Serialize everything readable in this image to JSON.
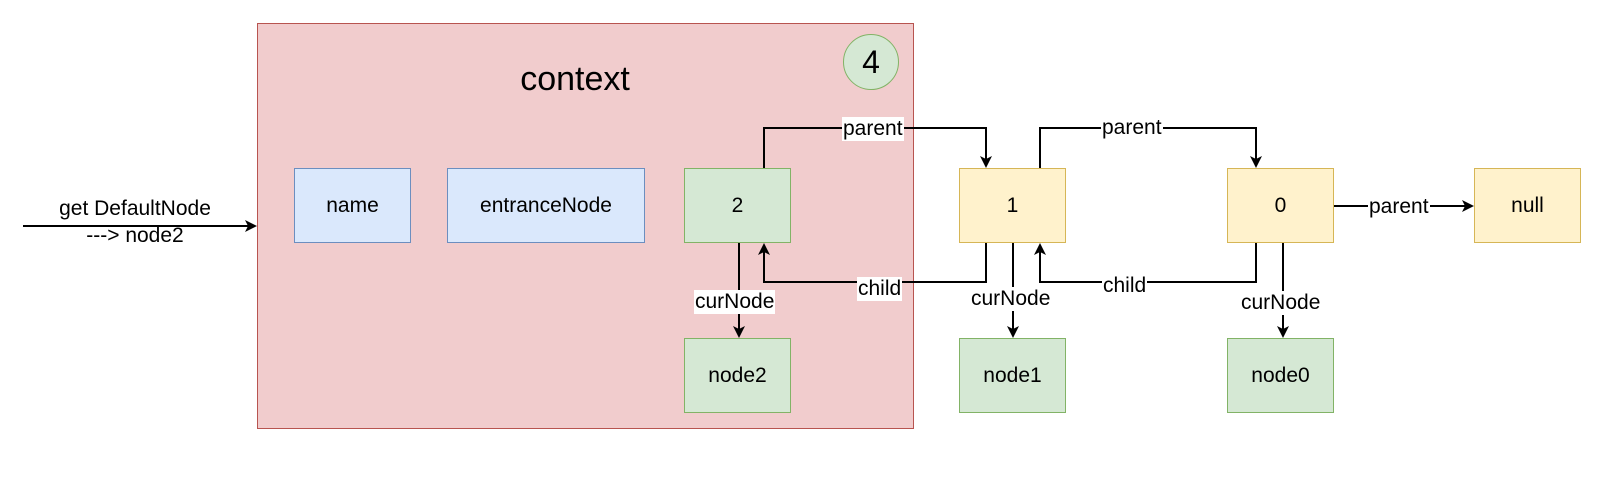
{
  "context": {
    "title": "context",
    "badge": "4"
  },
  "boxes": {
    "name": "name",
    "entrance": "entranceNode",
    "n2": "2",
    "n1": "1",
    "n0": "0",
    "null": "null",
    "node2": "node2",
    "node1": "node1",
    "node0": "node0"
  },
  "edges": {
    "parent_2_1": "parent",
    "parent_1_0": "parent",
    "parent_0_null": "parent",
    "child_1_2": "child",
    "child_0_1": "child",
    "cur_2": "curNode",
    "cur_1": "curNode",
    "cur_0": "curNode"
  },
  "input": {
    "line1": "get DefaultNode",
    "line2": "---> node2"
  },
  "colors": {
    "container_fill": "#f1cccd",
    "container_stroke": "#b85450",
    "blue_fill": "#dae8fc",
    "blue_stroke": "#6c8ebf",
    "green_fill": "#d5e8d4",
    "green_stroke": "#82b366",
    "yellow_fill": "#fff2cc",
    "yellow_stroke": "#d6b656"
  }
}
